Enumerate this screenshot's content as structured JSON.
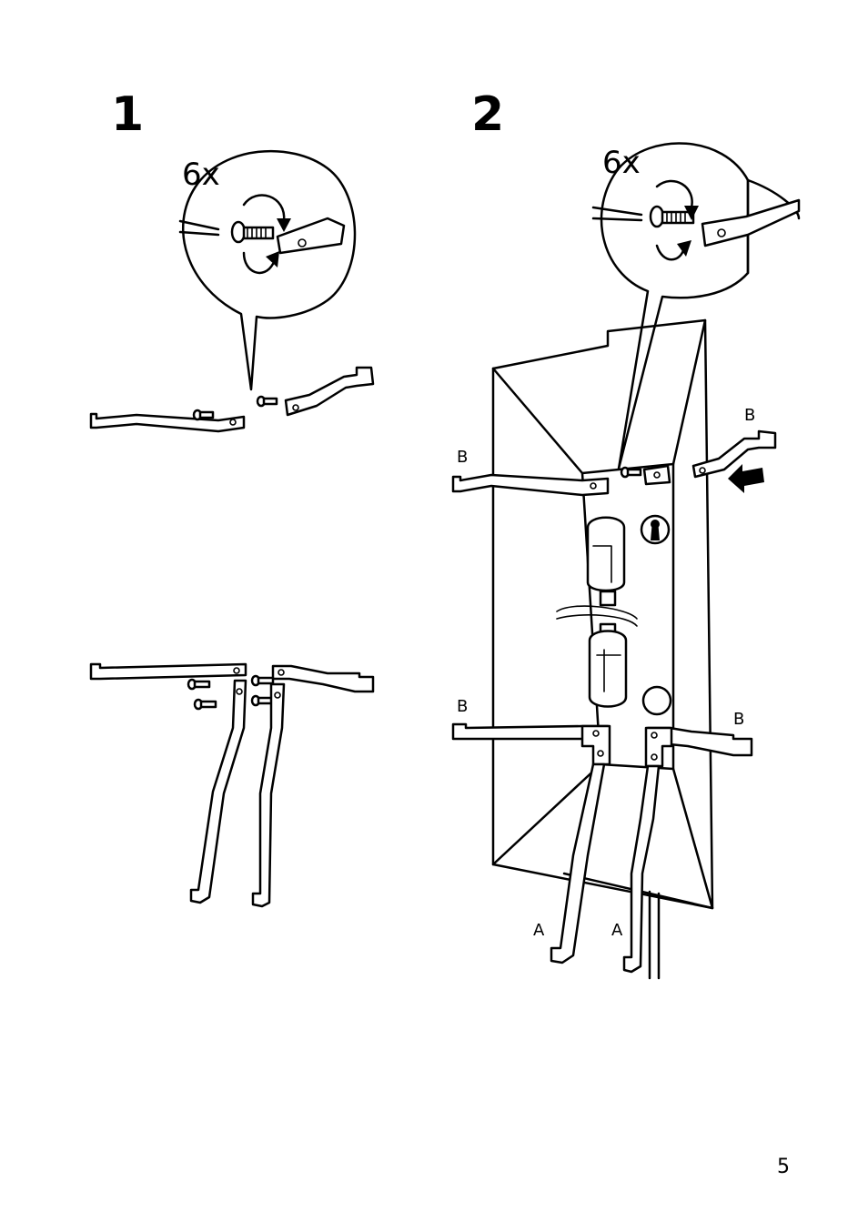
{
  "steps": [
    {
      "number": "1",
      "quantity": "6x"
    },
    {
      "number": "2",
      "quantity": "6x"
    }
  ],
  "labels": {
    "part_b_upper_left": "B",
    "part_b_upper_right": "B",
    "part_b_lower_left": "B",
    "part_b_lower_right": "B",
    "part_a_left": "A",
    "part_a_right": "A"
  },
  "page_number": "5"
}
